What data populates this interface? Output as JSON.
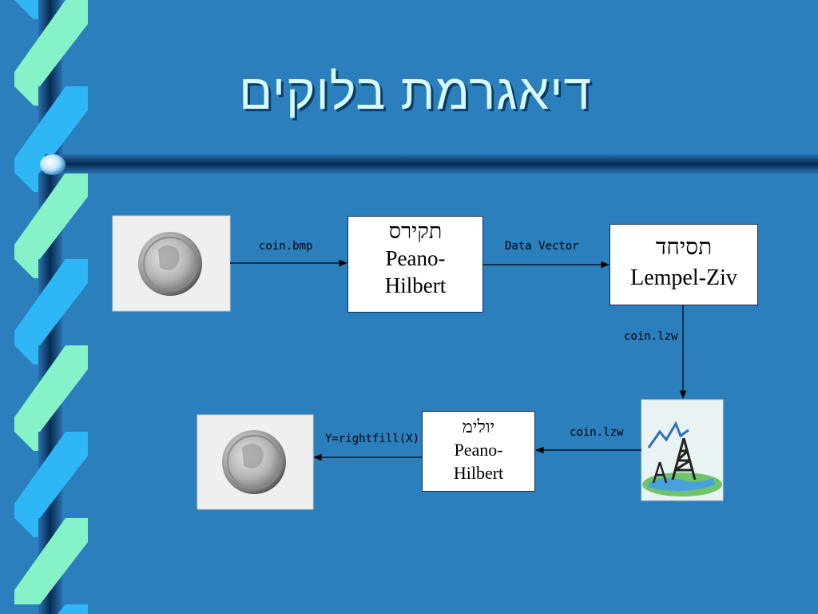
{
  "slide": {
    "title": "דיאגרמת בלוקים"
  },
  "diagram": {
    "box_encode": {
      "heading": "תקירס",
      "line1": "Peano-",
      "line2": "Hilbert"
    },
    "box_compress": {
      "heading": "תסיחד",
      "line1": "Lempel-Ziv"
    },
    "box_decode": {
      "heading": "יולימ",
      "line1": "Peano-",
      "line2": "Hilbert"
    },
    "labels": {
      "input": "coin.bmp",
      "vector": "Data Vector",
      "lzw_down": "coin.lzw",
      "lzw_left": "coin.lzw",
      "output": "Y=rightfill(X)"
    }
  },
  "colors": {
    "background": "#2a7fbc",
    "title": "#d6fbff",
    "ribbon_cyan": "#2fb6f5",
    "ribbon_green": "#86f2c8",
    "bar": "#06355c"
  }
}
